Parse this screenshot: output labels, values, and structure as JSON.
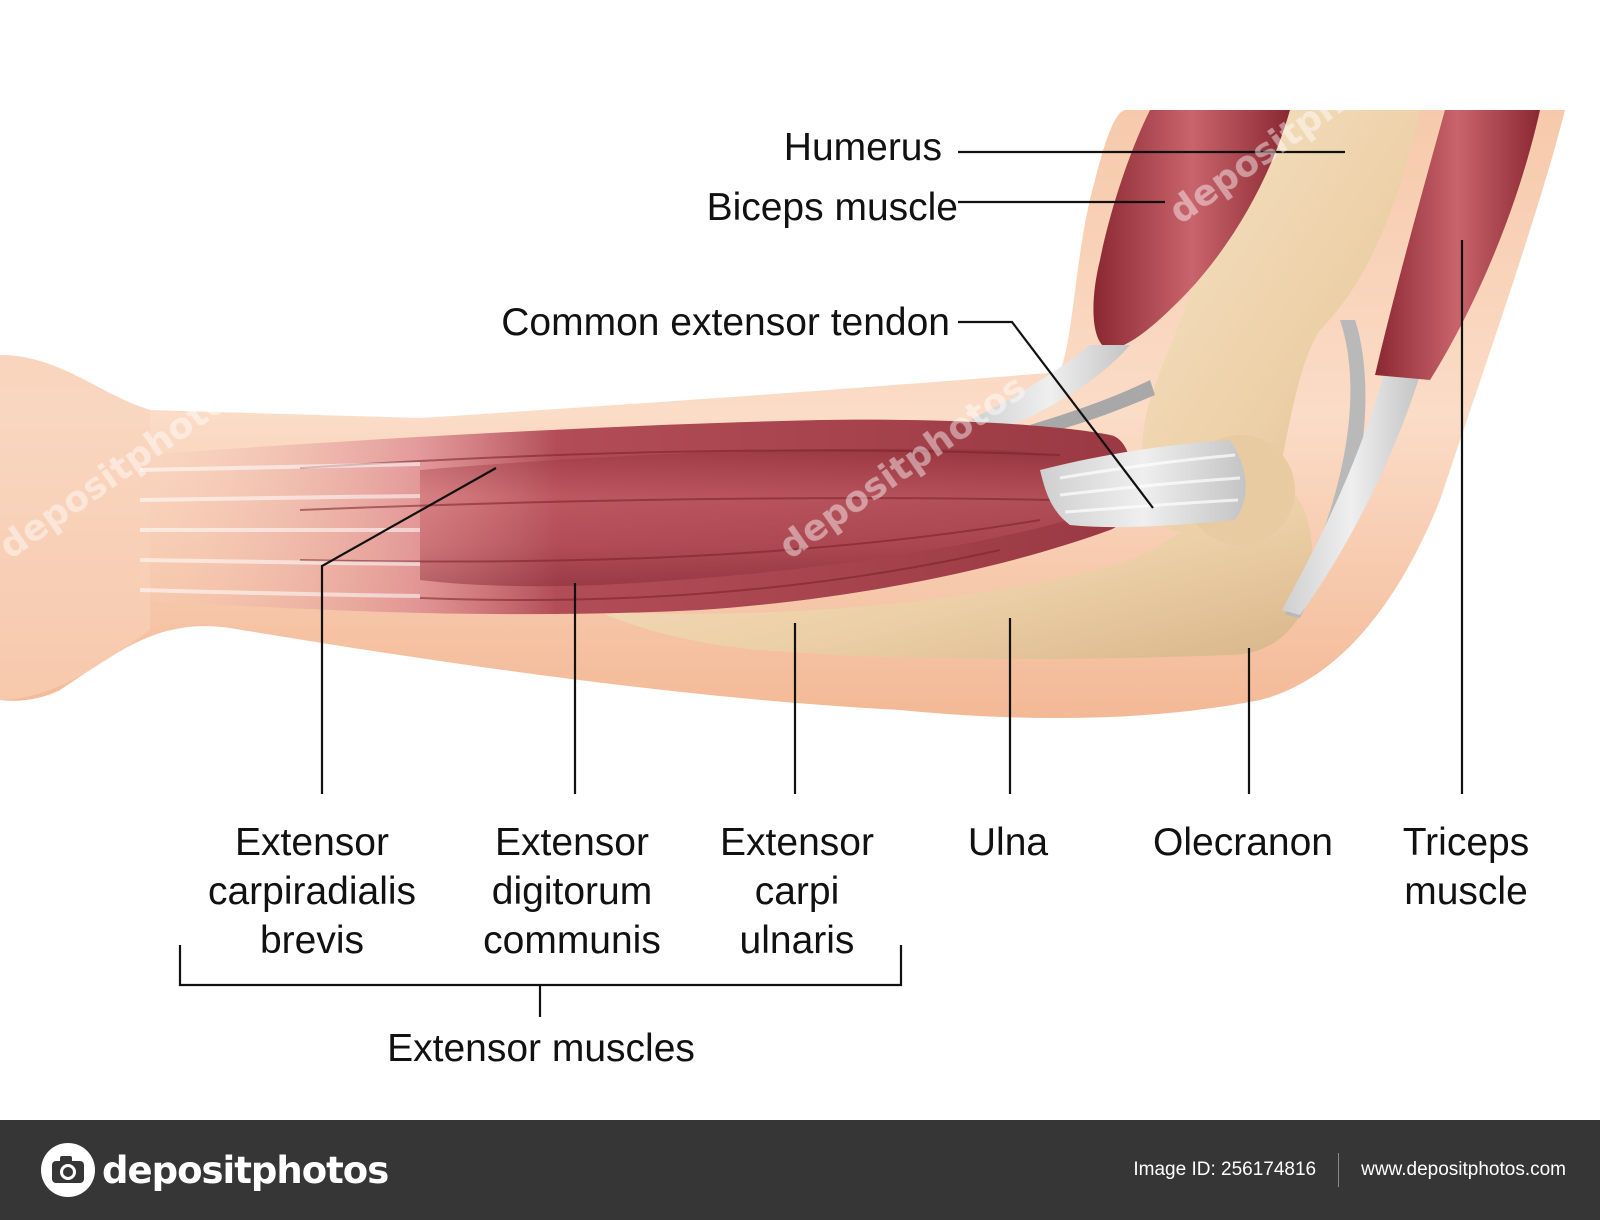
{
  "labels": {
    "humerus": "Humerus",
    "biceps": "Biceps muscle",
    "common_tendon": "Common extensor tendon",
    "ecrb": [
      "Extensor",
      "carpiradialis",
      "brevis"
    ],
    "edc": [
      "Extensor",
      "digitorum",
      "communis"
    ],
    "ecu": [
      "Extensor",
      "carpi",
      "ulnaris"
    ],
    "ulna": "Ulna",
    "olecranon": "Olecranon",
    "triceps": [
      "Triceps",
      "muscle"
    ],
    "extensor_group": "Extensor muscles"
  },
  "watermark": "depositphotos",
  "footer": {
    "brand": "depositphotos",
    "image_id": "Image ID: 256174816",
    "url": "www.depositphotos.com"
  },
  "colors": {
    "skin": "#f7cdb2",
    "skin_dark": "#f0b08e",
    "muscle": "#b8505a",
    "muscle_dark": "#8c2a33",
    "bone": "#f2d9b4",
    "tendon": "#d9d9d9",
    "footer_bg": "#363636"
  }
}
